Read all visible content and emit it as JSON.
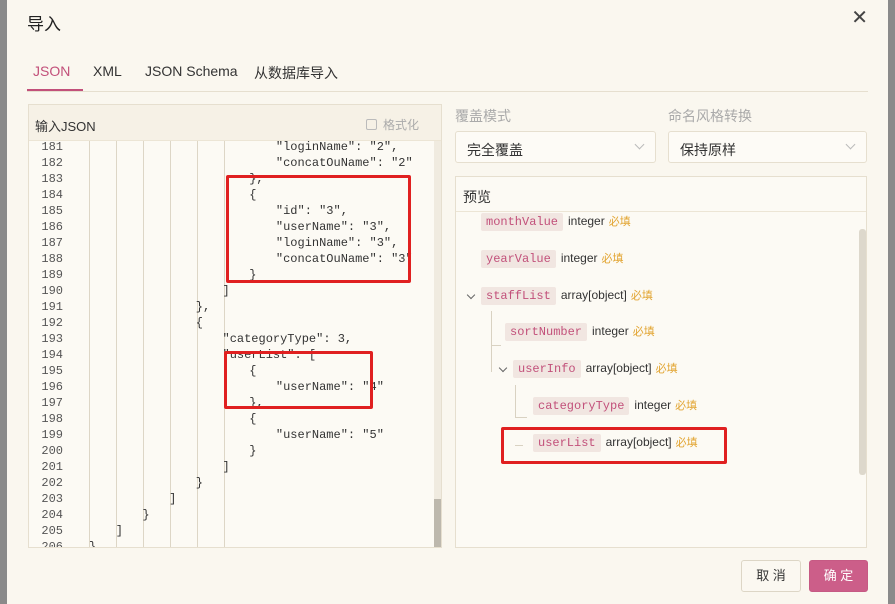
{
  "dialog": {
    "title": "导入",
    "close_glyph": "✕"
  },
  "tabs": [
    {
      "label": "JSON",
      "active": true
    },
    {
      "label": "XML",
      "active": false
    },
    {
      "label": "JSON Schema",
      "active": false
    },
    {
      "label": "从数据库导入",
      "active": false
    }
  ],
  "editor": {
    "title": "输入JSON",
    "format_label": "格式化",
    "lines": [
      {
        "n": "181",
        "text": "\"loginName\": \"2\","
      },
      {
        "n": "182",
        "text": "\"concatOuName\": \"2\""
      },
      {
        "n": "183",
        "text": "},"
      },
      {
        "n": "184",
        "text": "{"
      },
      {
        "n": "185",
        "text": "\"id\": \"3\","
      },
      {
        "n": "186",
        "text": "\"userName\": \"3\","
      },
      {
        "n": "187",
        "text": "\"loginName\": \"3\","
      },
      {
        "n": "188",
        "text": "\"concatOuName\": \"3\""
      },
      {
        "n": "189",
        "text": "}"
      },
      {
        "n": "190",
        "text": "]"
      },
      {
        "n": "191",
        "text": "},"
      },
      {
        "n": "192",
        "text": "{"
      },
      {
        "n": "193",
        "text": "\"categoryType\": 3,"
      },
      {
        "n": "194",
        "text": "\"userList\": ["
      },
      {
        "n": "195",
        "text": "{"
      },
      {
        "n": "196",
        "text": "\"userName\": \"4\""
      },
      {
        "n": "197",
        "text": "},"
      },
      {
        "n": "198",
        "text": "{"
      },
      {
        "n": "199",
        "text": "\"userName\": \"5\""
      },
      {
        "n": "200",
        "text": "}"
      },
      {
        "n": "201",
        "text": "]"
      },
      {
        "n": "202",
        "text": "}"
      },
      {
        "n": "203",
        "text": "]"
      },
      {
        "n": "204",
        "text": "}"
      },
      {
        "n": "205",
        "text": "]"
      },
      {
        "n": "206",
        "text": "}"
      }
    ]
  },
  "options": {
    "override_label": "覆盖模式",
    "override_value": "完全覆盖",
    "naming_label": "命名风格转换",
    "naming_value": "保持原样"
  },
  "preview": {
    "title": "预览",
    "nodes": [
      {
        "key": "monthValue",
        "type": "integer",
        "required": "必填"
      },
      {
        "key": "yearValue",
        "type": "integer",
        "required": "必填"
      },
      {
        "key": "staffList",
        "type": "array[object]",
        "required": "必填"
      },
      {
        "key": "sortNumber",
        "type": "integer",
        "required": "必填"
      },
      {
        "key": "userInfo",
        "type": "array[object]",
        "required": "必填"
      },
      {
        "key": "categoryType",
        "type": "integer",
        "required": "必填"
      },
      {
        "key": "userList",
        "type": "array[object]",
        "required": "必填"
      }
    ]
  },
  "footer": {
    "cancel_label": "取 消",
    "ok_label": "确 定"
  },
  "colors": {
    "accent": "#c2507a",
    "required": "#e2a430",
    "highlight": "#e02020"
  }
}
